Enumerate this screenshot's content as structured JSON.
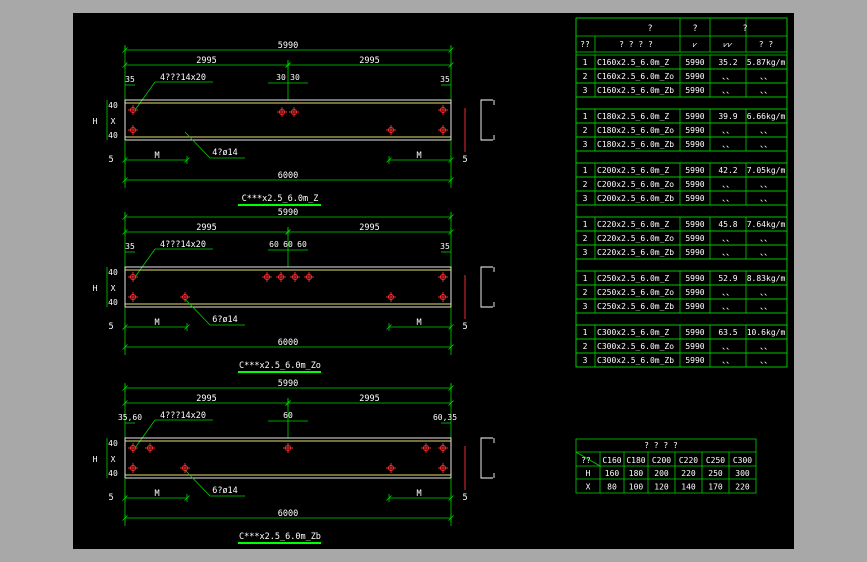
{
  "colors": {
    "frame": "#a8a8a8",
    "background": "#000000",
    "dim_lines": "#00d000",
    "beam_edge": "#e8e070",
    "holes": "#ff3030",
    "text": "#ffffff",
    "table_lines": "#00d000",
    "title_underline": "#00ff00"
  },
  "views": [
    {
      "title": "C***x2.5_6.0m_Z",
      "overall": "5990",
      "left_half": "2995",
      "right_half": "2995",
      "total": "6000",
      "end_left": "5",
      "end_right": "5",
      "m_left": "M",
      "m_right": "M",
      "gap_label_left": "35",
      "gap_label_right": "35",
      "slot_note": "4???14x20",
      "hole_note": "4?ø14",
      "h_label": "H",
      "x_label": "X",
      "edge_40_top": "40",
      "edge_40_bot": "40",
      "center_marks": [
        "30",
        "30"
      ]
    },
    {
      "title": "C***x2.5_6.0m_Zo",
      "overall": "5990",
      "left_half": "2995",
      "right_half": "2995",
      "total": "6000",
      "end_left": "5",
      "end_right": "5",
      "m_left": "M",
      "m_right": "M",
      "gap_label_left": "35",
      "gap_label_right": "35",
      "slot_note": "4???14x20",
      "hole_note": "6?ø14",
      "h_label": "H",
      "x_label": "X",
      "edge_40_top": "40",
      "edge_40_bot": "40",
      "center_marks": [
        "60",
        "60",
        "60"
      ]
    },
    {
      "title": "C***x2.5_6.0m_Zb",
      "overall": "5990",
      "left_half": "2995",
      "right_half": "2995",
      "total": "6000",
      "end_left": "5",
      "end_right": "5",
      "m_left": "M",
      "m_right": "M",
      "gap_label_left": "35,60",
      "gap_label_right": "60,35",
      "slot_note": "4???14x20",
      "hole_note": "6?ø14",
      "h_label": "H",
      "x_label": "X",
      "edge_40_top": "40",
      "edge_40_bot": "40",
      "center_marks": [
        "60"
      ]
    }
  ],
  "main_table": {
    "top_headers": [
      "?",
      "?",
      "?"
    ],
    "sub_headers": [
      "??",
      "? ? ? ?",
      "",
      "? ?"
    ],
    "groups": [
      {
        "rows": [
          [
            "1",
            "C160x2.5_6.0m_Z",
            "5990",
            "35.2",
            "5.87kg/m"
          ],
          [
            "2",
            "C160x2.5_6.0m_Zo",
            "5990",
            "、、",
            "、、"
          ],
          [
            "3",
            "C160x2.5_6.0m_Zb",
            "5990",
            "、、",
            "、、"
          ]
        ]
      },
      {
        "rows": [
          [
            "1",
            "C180x2.5_6.0m_Z",
            "5990",
            "39.9",
            "6.66kg/m"
          ],
          [
            "2",
            "C180x2.5_6.0m_Zo",
            "5990",
            "、、",
            "、、"
          ],
          [
            "3",
            "C180x2.5_6.0m_Zb",
            "5990",
            "、、",
            "、、"
          ]
        ]
      },
      {
        "rows": [
          [
            "1",
            "C200x2.5_6.0m_Z",
            "5990",
            "42.2",
            "7.05kg/m"
          ],
          [
            "2",
            "C200x2.5_6.0m_Zo",
            "5990",
            "、、",
            "、、"
          ],
          [
            "3",
            "C200x2.5_6.0m_Zb",
            "5990",
            "、、",
            "、、"
          ]
        ]
      },
      {
        "rows": [
          [
            "1",
            "C220x2.5_6.0m_Z",
            "5990",
            "45.8",
            "7.64kg/m"
          ],
          [
            "2",
            "C220x2.5_6.0m_Zo",
            "5990",
            "、、",
            "、、"
          ],
          [
            "3",
            "C220x2.5_6.0m_Zb",
            "5990",
            "、、",
            "、、"
          ]
        ]
      },
      {
        "rows": [
          [
            "1",
            "C250x2.5_6.0m_Z",
            "5990",
            "52.9",
            "8.83kg/m"
          ],
          [
            "2",
            "C250x2.5_6.0m_Zo",
            "5990",
            "、、",
            "、、"
          ],
          [
            "3",
            "C250x2.5_6.0m_Zb",
            "5990",
            "、、",
            "、、"
          ]
        ]
      },
      {
        "rows": [
          [
            "1",
            "C300x2.5_6.0m_Z",
            "5990",
            "63.5",
            "10.6kg/m"
          ],
          [
            "2",
            "C300x2.5_6.0m_Zo",
            "5990",
            "、、",
            "、、"
          ],
          [
            "3",
            "C300x2.5_6.0m_Zb",
            "5990",
            "、、",
            "、、"
          ]
        ]
      }
    ]
  },
  "size_table": {
    "title": "? ? ? ?",
    "corner": "??",
    "columns": [
      "C160",
      "C180",
      "C200",
      "C220",
      "C250",
      "C300"
    ],
    "rows": [
      {
        "label": "H",
        "values": [
          "160",
          "180",
          "200",
          "220",
          "250",
          "300"
        ]
      },
      {
        "label": "X",
        "values": [
          "80",
          "100",
          "120",
          "140",
          "170",
          "220"
        ]
      }
    ]
  }
}
